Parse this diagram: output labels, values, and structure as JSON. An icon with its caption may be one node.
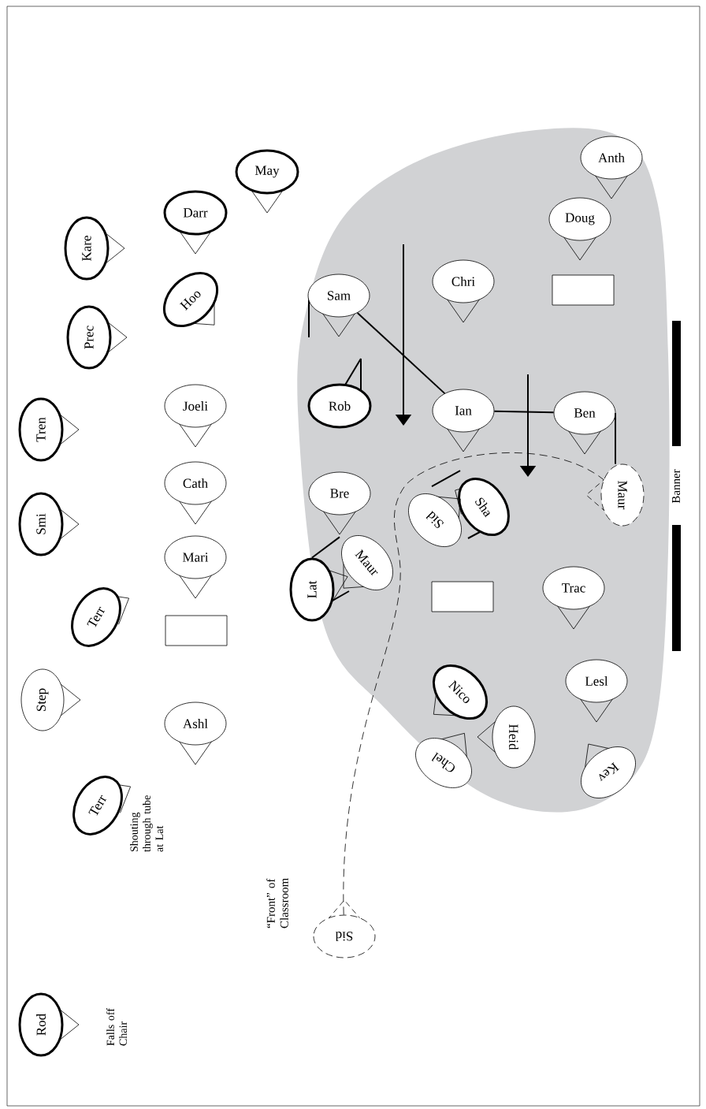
{
  "diagram": {
    "nodes": [
      {
        "text": [
          "Kare"
        ]
      },
      {
        "text": [
          "Prec"
        ]
      },
      {
        "text": [
          "Tren"
        ]
      },
      {
        "text": [
          "Smi"
        ]
      },
      {
        "text": [
          "Terr"
        ]
      },
      {
        "text": [
          "Step"
        ]
      },
      {
        "text": [
          "Terr"
        ],
        "beside": [
          "Shouting through tube at Lat"
        ]
      },
      {
        "text": [
          "Rod"
        ],
        "beside": [
          "Falls off Chair"
        ]
      },
      {
        "text": [
          "May"
        ]
      },
      {
        "text": [
          "Darr"
        ]
      },
      {
        "text": [
          "Hoo"
        ]
      },
      {
        "text": [
          "Joeli"
        ]
      },
      {
        "text": [
          "Cath"
        ]
      },
      {
        "text": [
          "Mari"
        ]
      },
      {
        "text": [],
        "shape": "box"
      },
      {
        "text": [
          "Ashl"
        ]
      },
      {
        "text": [
          "Anth"
        ]
      },
      {
        "text": [
          "Doug"
        ]
      },
      {
        "text": [
          "Sam"
        ]
      },
      {
        "text": [
          "Chri"
        ]
      },
      {
        "text": [],
        "shape": "box"
      },
      {
        "text": [
          "Rob"
        ]
      },
      {
        "text": [
          "Ian"
        ]
      },
      {
        "text": [
          "Ben"
        ]
      },
      {
        "text": [
          "Bre"
        ]
      },
      {
        "text": [
          "Sha"
        ]
      },
      {
        "text": [
          "Maur"
        ]
      },
      {
        "text": [
          "Sid"
        ]
      },
      {
        "text": [
          "Maur"
        ]
      },
      {
        "text": [
          "Lat"
        ]
      },
      {
        "text": [],
        "shape": "box"
      },
      {
        "text": [
          "Trac"
        ]
      },
      {
        "text": [
          "Nico"
        ]
      },
      {
        "text": [
          "Lesl"
        ]
      },
      {
        "text": [
          "Heid"
        ]
      },
      {
        "text": [
          "Chel"
        ]
      },
      {
        "text": [
          "Kev"
        ]
      },
      {
        "text": [
          "Sid"
        ]
      }
    ],
    "edges": [
      {
        "from": 18,
        "to": 22,
        "arrow": "none"
      },
      {
        "from": 22,
        "to": 23,
        "arrow": "none"
      },
      {
        "from": 23,
        "to": 26,
        "arrow": "none"
      },
      {
        "from": 29,
        "to": 24,
        "arrow": "none"
      },
      {
        "from": 37,
        "to": 26,
        "arrow": "none",
        "style": "dashed"
      }
    ],
    "labels": [
      "“Front” of Classroom",
      "Banner"
    ]
  }
}
